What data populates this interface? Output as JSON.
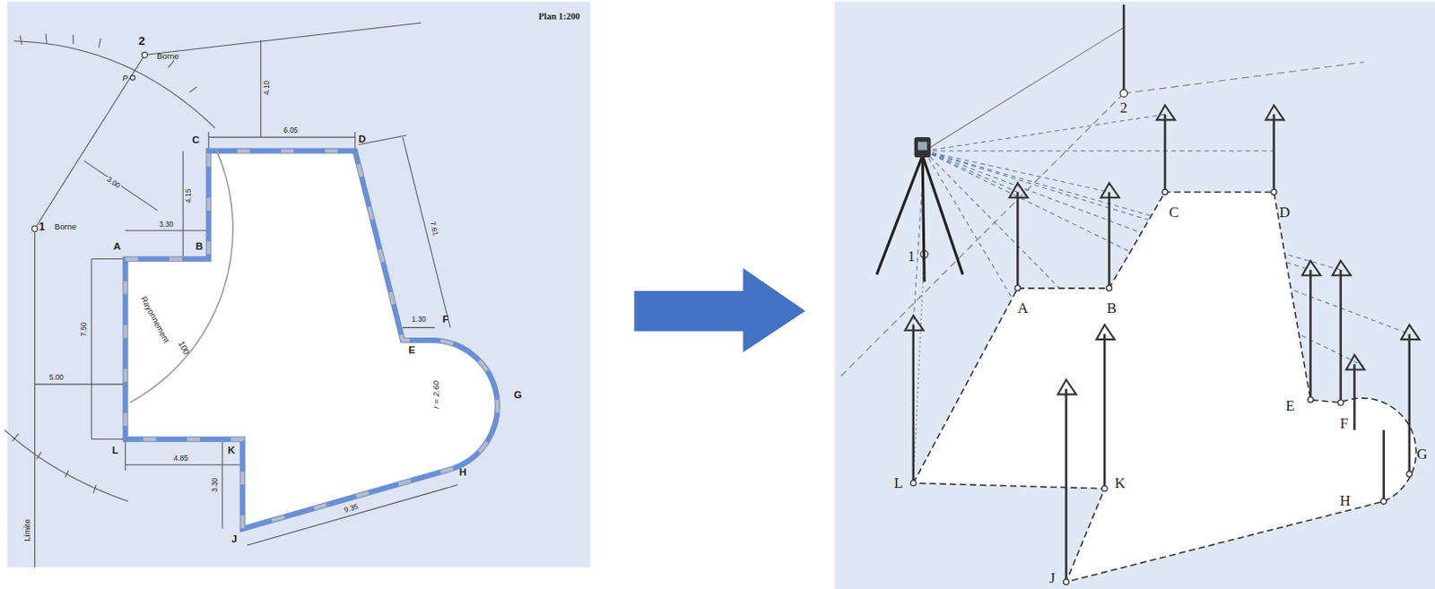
{
  "diagram": {
    "labels": [
      "Plan 1:200",
      "2",
      "Borne",
      "P",
      "1",
      "Borne",
      "A",
      "B",
      "C",
      "D",
      "E",
      "F",
      "G",
      "H",
      "J",
      "K",
      "L",
      "6.05",
      "4.10",
      "3.00",
      "4.15",
      "3.30",
      "7.50",
      "5.00",
      "4.85",
      "3.30",
      "9.35",
      "7.61",
      "1.30",
      "r = 2.60",
      "Rayonnement",
      "100",
      "Limite",
      "1",
      "2",
      "A",
      "B",
      "C",
      "D",
      "E",
      "F",
      "G",
      "H",
      "J",
      "K",
      "L"
    ]
  }
}
